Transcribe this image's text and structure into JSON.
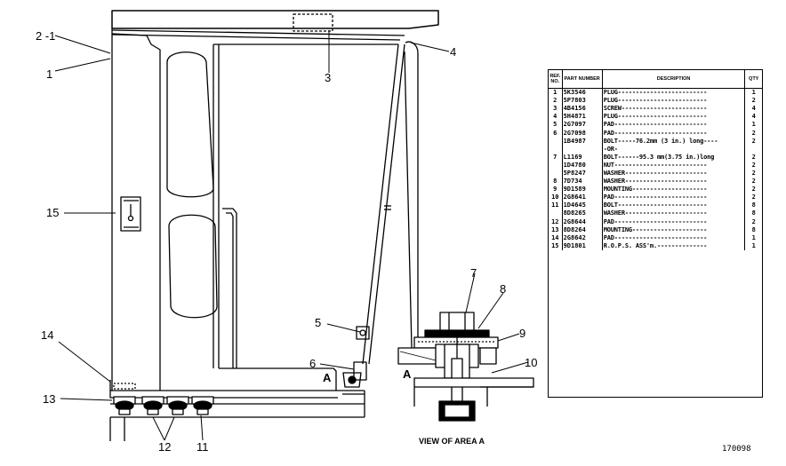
{
  "callouts": {
    "c2_1": "2 -1",
    "c1": "1",
    "c3": "3",
    "c4": "4",
    "c15": "15",
    "c14": "14",
    "c13": "13",
    "c12": "12",
    "c11": "11",
    "c5": "5",
    "c6": "6",
    "c7": "7",
    "c8": "8",
    "c9": "9",
    "c10": "10",
    "area_a": "A",
    "area_a2": "A"
  },
  "caption": "VIEW OF AREA A",
  "figure_number": "170098",
  "table": {
    "headers": {
      "ref": "REF. NO.",
      "part": "PART NUMBER",
      "desc": "DESCRIPTION",
      "qty": "QTY"
    },
    "rows": [
      {
        "ref": "1",
        "part": "5K3546",
        "desc": "PLUG-------------------------",
        "qty": "1"
      },
      {
        "ref": "2",
        "part": "5P7803",
        "desc": "PLUG-------------------------",
        "qty": "2"
      },
      {
        "ref": "3",
        "part": "4B4156",
        "desc": "SCREW------------------------",
        "qty": "4"
      },
      {
        "ref": "4",
        "part": "5H4871",
        "desc": "PLUG-------------------------",
        "qty": "4"
      },
      {
        "ref": "5",
        "part": "2G7097",
        "desc": "PAD--------------------------",
        "qty": "1"
      },
      {
        "ref": "6",
        "part": "2G7098",
        "desc": "PAD--------------------------",
        "qty": "2"
      },
      {
        "ref": "",
        "part": "1B4987",
        "desc": "BOLT-----76.2mm (3 in.) long----",
        "qty": "2"
      },
      {
        "ref": "",
        "part": "",
        "desc": "        -OR-",
        "qty": ""
      },
      {
        "ref": "7",
        "part": "L1169",
        "desc": "BOLT------95.3 mm(3.75 in.)long",
        "qty": "2"
      },
      {
        "ref": "",
        "part": "1D4780",
        "desc": "NUT--------------------------",
        "qty": "2"
      },
      {
        "ref": "",
        "part": "5P8247",
        "desc": "WASHER-----------------------",
        "qty": "2"
      },
      {
        "ref": "8",
        "part": "7D734",
        "desc": "WASHER-----------------------",
        "qty": "2"
      },
      {
        "ref": "9",
        "part": "9D1589",
        "desc": "MOUNTING---------------------",
        "qty": "2"
      },
      {
        "ref": "10",
        "part": "2G8641",
        "desc": "PAD--------------------------",
        "qty": "2"
      },
      {
        "ref": "11",
        "part": "1D4645",
        "desc": "BOLT-------------------------",
        "qty": "8"
      },
      {
        "ref": "",
        "part": "8D8265",
        "desc": "WASHER-----------------------",
        "qty": "8"
      },
      {
        "ref": "12",
        "part": "2G8644",
        "desc": "PAD--------------------------",
        "qty": "2"
      },
      {
        "ref": "13",
        "part": "8D8264",
        "desc": "MOUNTING---------------------",
        "qty": "8"
      },
      {
        "ref": "14",
        "part": "2G8642",
        "desc": "PAD--------------------------",
        "qty": "1"
      },
      {
        "ref": "15",
        "part": "9D1801",
        "desc": "R.O.P.S. ASS'm.--------------",
        "qty": "1"
      }
    ]
  }
}
